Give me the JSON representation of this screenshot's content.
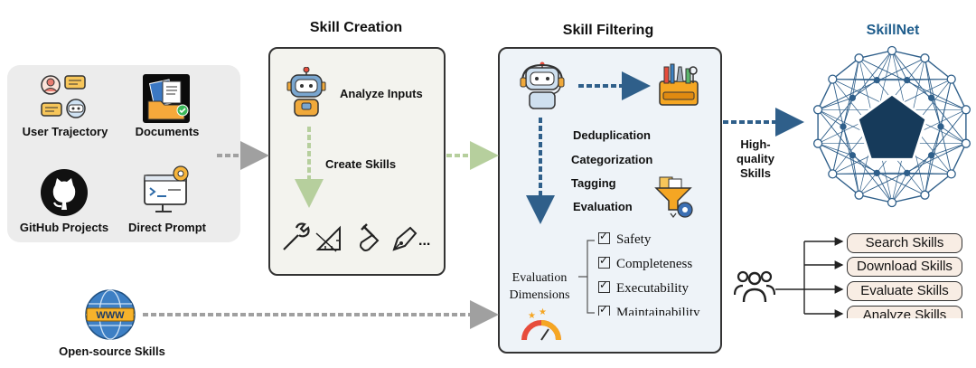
{
  "sources": {
    "user_trajectory": "User Trajectory",
    "documents": "Documents",
    "github_projects": "GitHub Projects",
    "direct_prompt": "Direct Prompt",
    "open_source_skills": "Open-source Skills"
  },
  "creation": {
    "title": "Skill Creation",
    "analyze_inputs": "Analyze Inputs",
    "create_skills": "Create Skills",
    "ellipsis": "..."
  },
  "filtering": {
    "title": "Skill Filtering",
    "steps": [
      "Deduplication",
      "Categorization",
      "Tagging",
      "Evaluation"
    ],
    "eval_dimensions_label_1": "Evaluation",
    "eval_dimensions_label_2": "Dimensions",
    "dimensions": [
      "Safety",
      "Completeness",
      "Executability",
      "Maintainability"
    ]
  },
  "output": {
    "hq_line1": "High-quality",
    "hq_line2": "Skills",
    "skillnet_prefix": "Skill",
    "skillnet_suffix": "Net"
  },
  "actions": [
    "Search Skills",
    "Download Skills",
    "Evaluate Skills",
    "Analyze Skills"
  ],
  "colors": {
    "skillnet_blue": "#1f5d8c",
    "dark_navy": "#163a5a",
    "arrow_blue": "#2f5f8a",
    "arrow_gray": "#a0a0a0",
    "arrow_green": "#b6cf9d"
  }
}
